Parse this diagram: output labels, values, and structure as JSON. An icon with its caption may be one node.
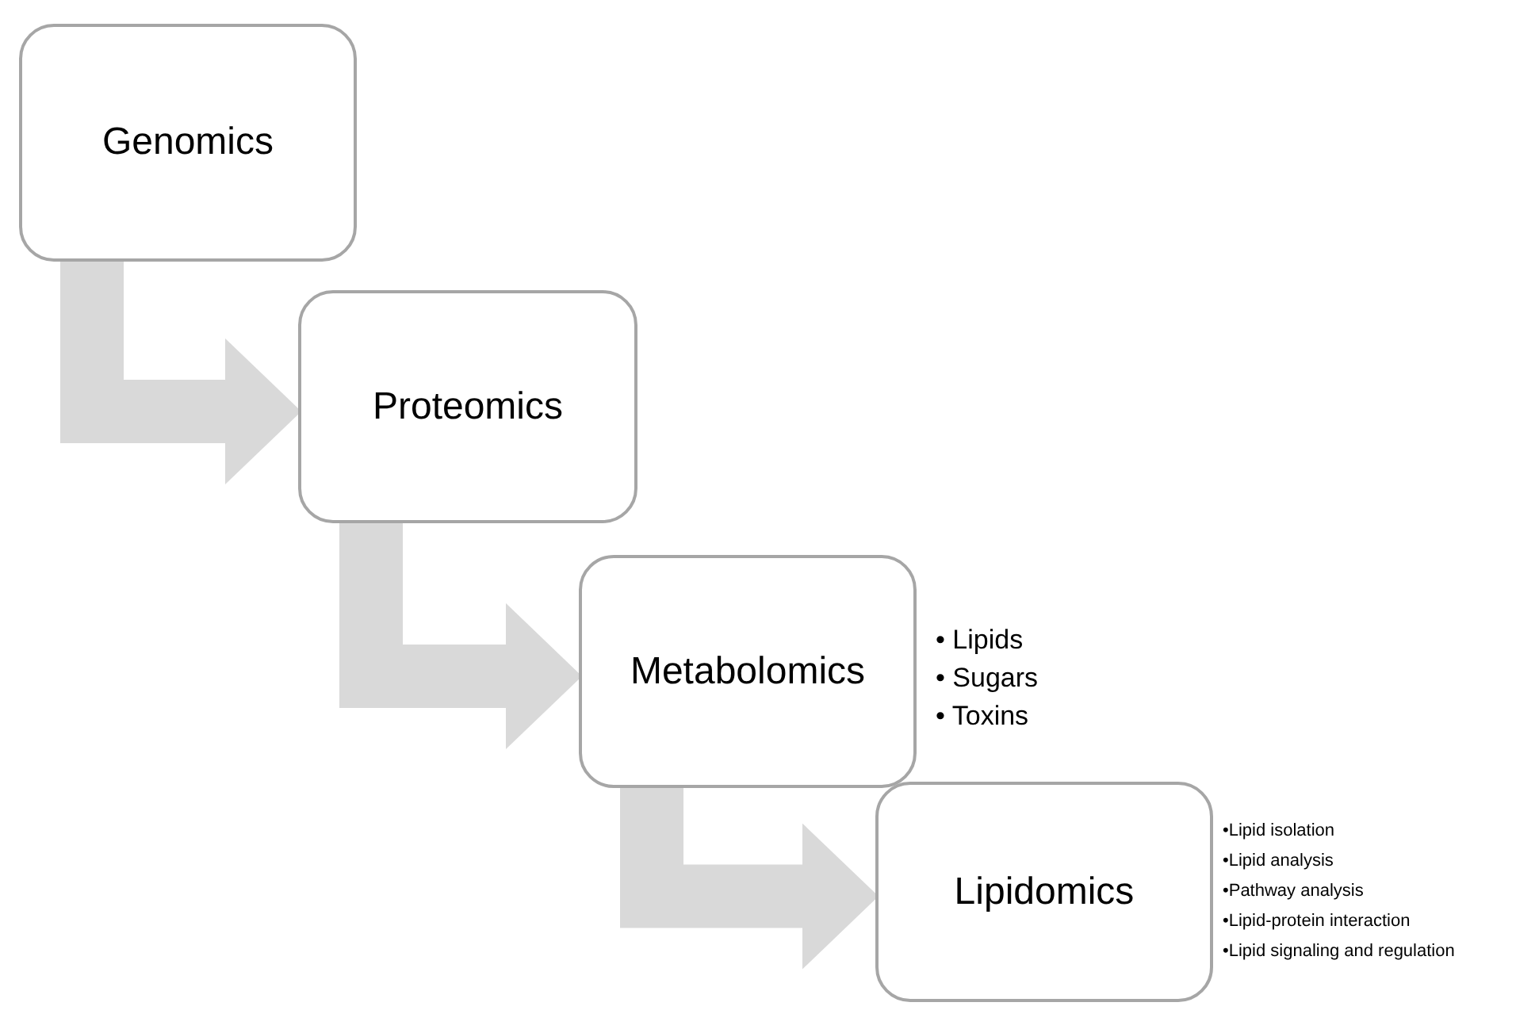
{
  "diagram": {
    "nodes": [
      {
        "text": [
          "Genomics"
        ]
      },
      {
        "text": [
          "Proteomics"
        ]
      },
      {
        "text": [
          "Metabolomics"
        ],
        "beside": [
          "• Lipids",
          "• Sugars",
          "• Toxins"
        ]
      },
      {
        "text": [
          "Lipidomics"
        ],
        "beside": [
          "•Lipid isolation",
          "•Lipid analysis",
          "•Pathway analysis",
          "•Lipid-protein interaction",
          "•Lipid signaling and regulation"
        ]
      }
    ],
    "edges": [
      {
        "from": 0,
        "to": 1,
        "arrow": "to"
      },
      {
        "from": 1,
        "to": 2,
        "arrow": "to"
      },
      {
        "from": 2,
        "to": 3,
        "arrow": "to"
      }
    ]
  }
}
